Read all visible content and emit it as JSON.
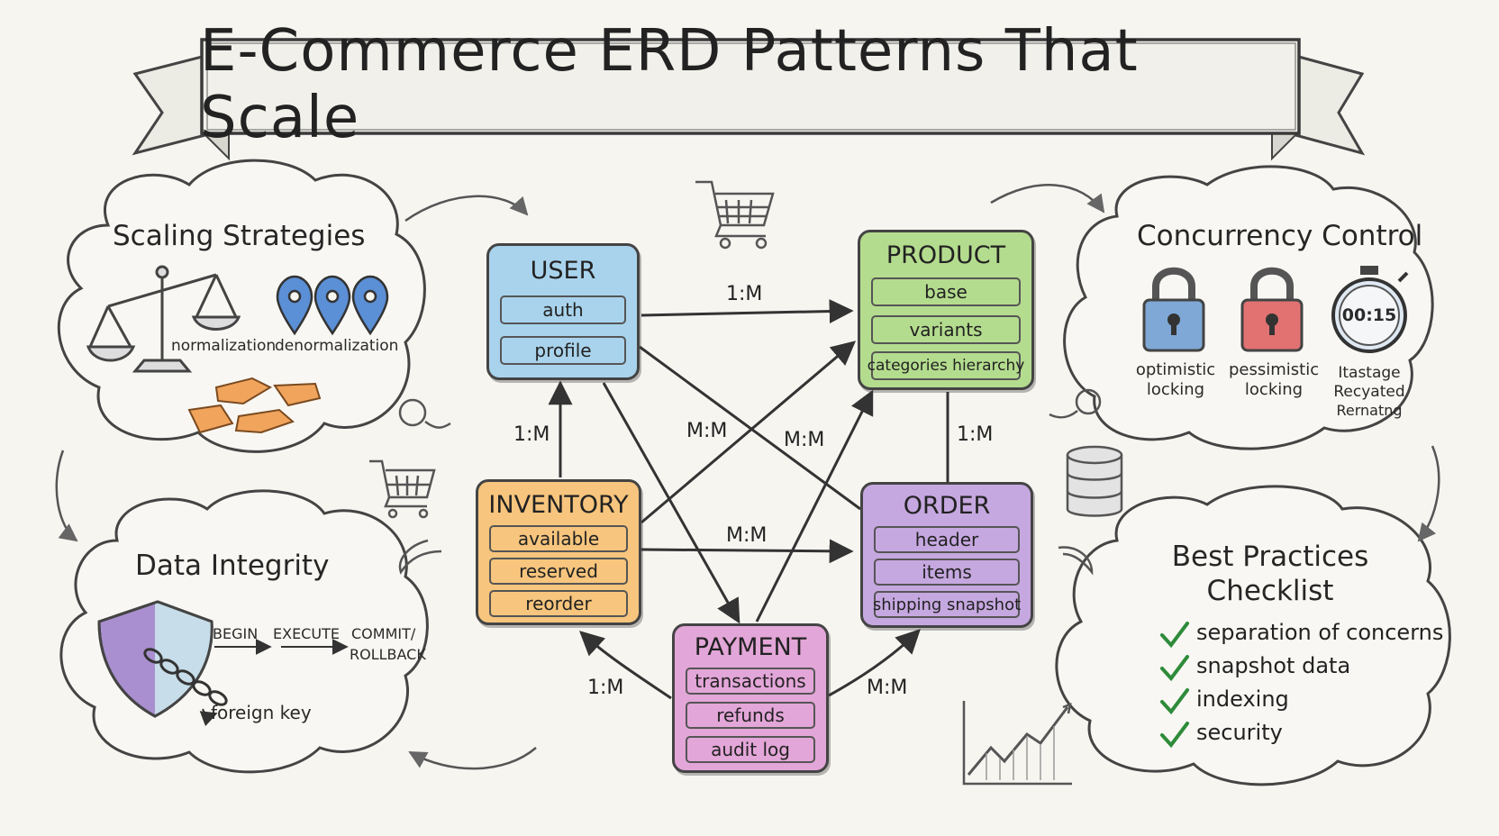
{
  "title": "E-Commerce ERD Patterns That Scale",
  "entities": {
    "user": {
      "name": "USER",
      "fields": [
        "auth",
        "profile"
      ],
      "color": "#a9d3ec"
    },
    "product": {
      "name": "PRODUCT",
      "fields": [
        "base",
        "variants",
        "categories hierarchy"
      ],
      "color": "#b4dc8e"
    },
    "inventory": {
      "name": "INVENTORY",
      "fields": [
        "available",
        "reserved",
        "reorder"
      ],
      "color": "#f7c57d"
    },
    "order": {
      "name": "ORDER",
      "fields": [
        "header",
        "items",
        "shipping snapshot"
      ],
      "color": "#c6a8e0"
    },
    "payment": {
      "name": "PAYMENT",
      "fields": [
        "transactions",
        "refunds",
        "audit log"
      ],
      "color": "#e3a6d8"
    }
  },
  "relationships": {
    "user_product": "1:M",
    "inventory_user": "1:M",
    "user_payment": "M:M",
    "inventory_product": "M:M",
    "product_order": "1:M",
    "inventory_order": "M:M",
    "payment_inventory": "1:M",
    "payment_order": "M:M"
  },
  "scaling": {
    "title": "Scaling Strategies",
    "labels": [
      "normalization",
      "denormalization"
    ]
  },
  "integrity": {
    "title": "Data Integrity",
    "steps": [
      "BEGIN",
      "EXECUTE",
      "COMMIT/",
      "ROLLBACK"
    ],
    "fk_label": "foreign key"
  },
  "concurrency": {
    "title": "Concurrency Control",
    "optimistic": [
      "optimistic",
      "locking"
    ],
    "pessimistic": [
      "pessimistic",
      "locking"
    ],
    "timer": "00:15",
    "timer_labels": [
      "Itastage",
      "Recyated",
      "Rernatng"
    ]
  },
  "checklist": {
    "title_line1": "Best Practices",
    "title_line2": "Checklist",
    "items": [
      "separation of concerns",
      "snapshot data",
      "indexing",
      "security"
    ]
  },
  "colors": {
    "lock_blue": "#7fa8d6",
    "lock_red": "#e27272",
    "check_green": "#2e8b3a",
    "shield_purple": "#a98fd0"
  }
}
